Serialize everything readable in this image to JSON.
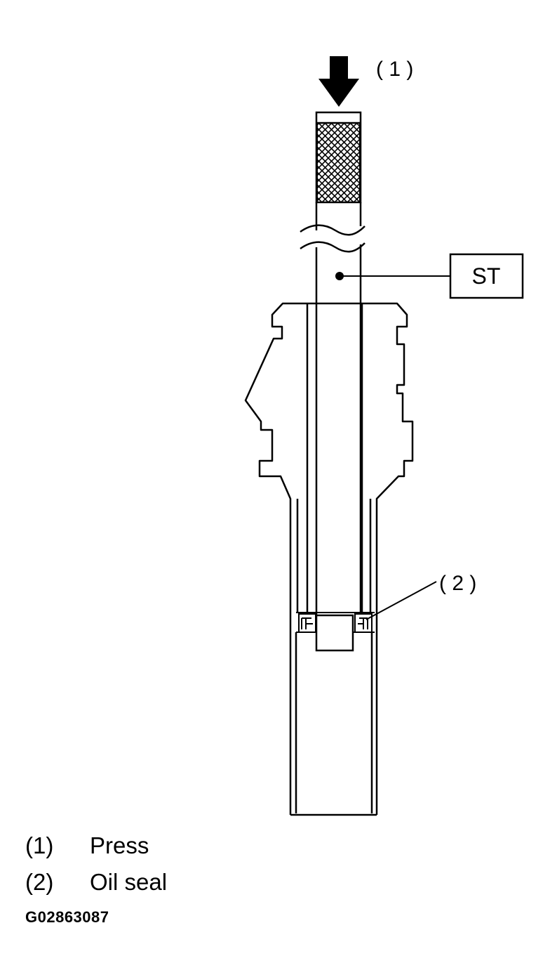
{
  "callouts": {
    "press": "( 1 )",
    "oil_seal": "( 2 )",
    "special_tool": "ST"
  },
  "legend": [
    {
      "num": "(1)",
      "label": "Press"
    },
    {
      "num": "(2)",
      "label": "Oil seal"
    }
  ],
  "figure_id": "G02863087"
}
